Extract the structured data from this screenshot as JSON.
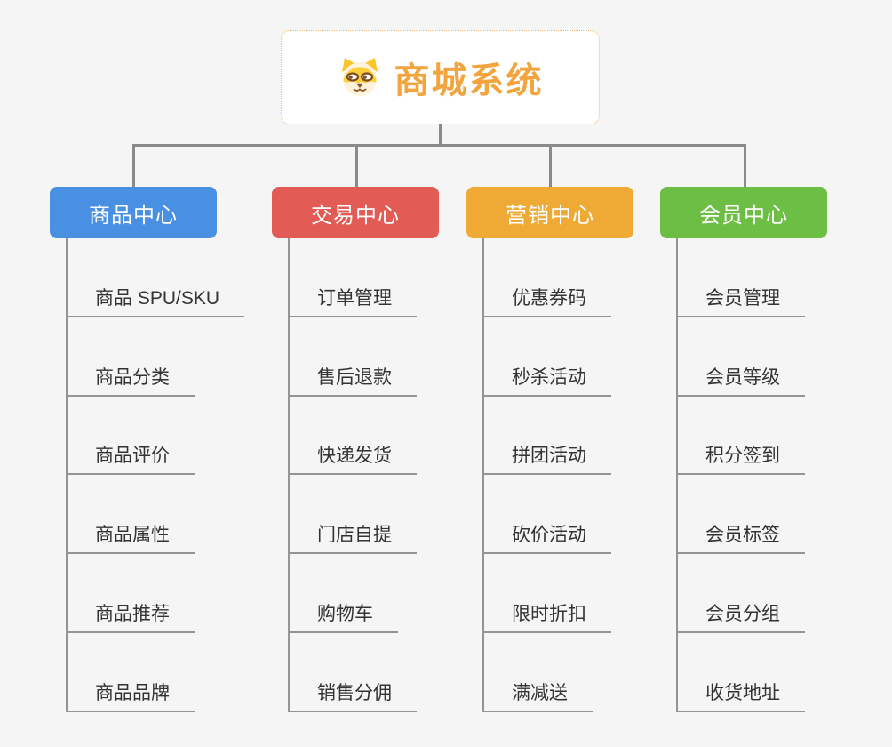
{
  "page": {
    "background_color": "#f5f5f5",
    "connector_color": "#8a8a8a"
  },
  "root": {
    "title": "商城系统",
    "icon": "shiba-dog-logo",
    "text_color": "#f2a43e",
    "border_color": "#efb964"
  },
  "tree": {
    "categories": [
      {
        "label": "商品中心",
        "color": "#4a90e2",
        "children": [
          "商品 SPU/SKU",
          "商品分类",
          "商品评价",
          "商品属性",
          "商品推荐",
          "商品品牌"
        ]
      },
      {
        "label": "交易中心",
        "color": "#e25b55",
        "children": [
          "订单管理",
          "售后退款",
          "快递发货",
          "门店自提",
          "购物车",
          "销售分佣"
        ]
      },
      {
        "label": "营销中心",
        "color": "#efa935",
        "children": [
          "优惠券码",
          "秒杀活动",
          "拼团活动",
          "砍价活动",
          "限时折扣",
          "满减送"
        ]
      },
      {
        "label": "会员中心",
        "color": "#6cbf44",
        "children": [
          "会员管理",
          "会员等级",
          "积分签到",
          "会员标签",
          "会员分组",
          "收货地址"
        ]
      }
    ]
  }
}
